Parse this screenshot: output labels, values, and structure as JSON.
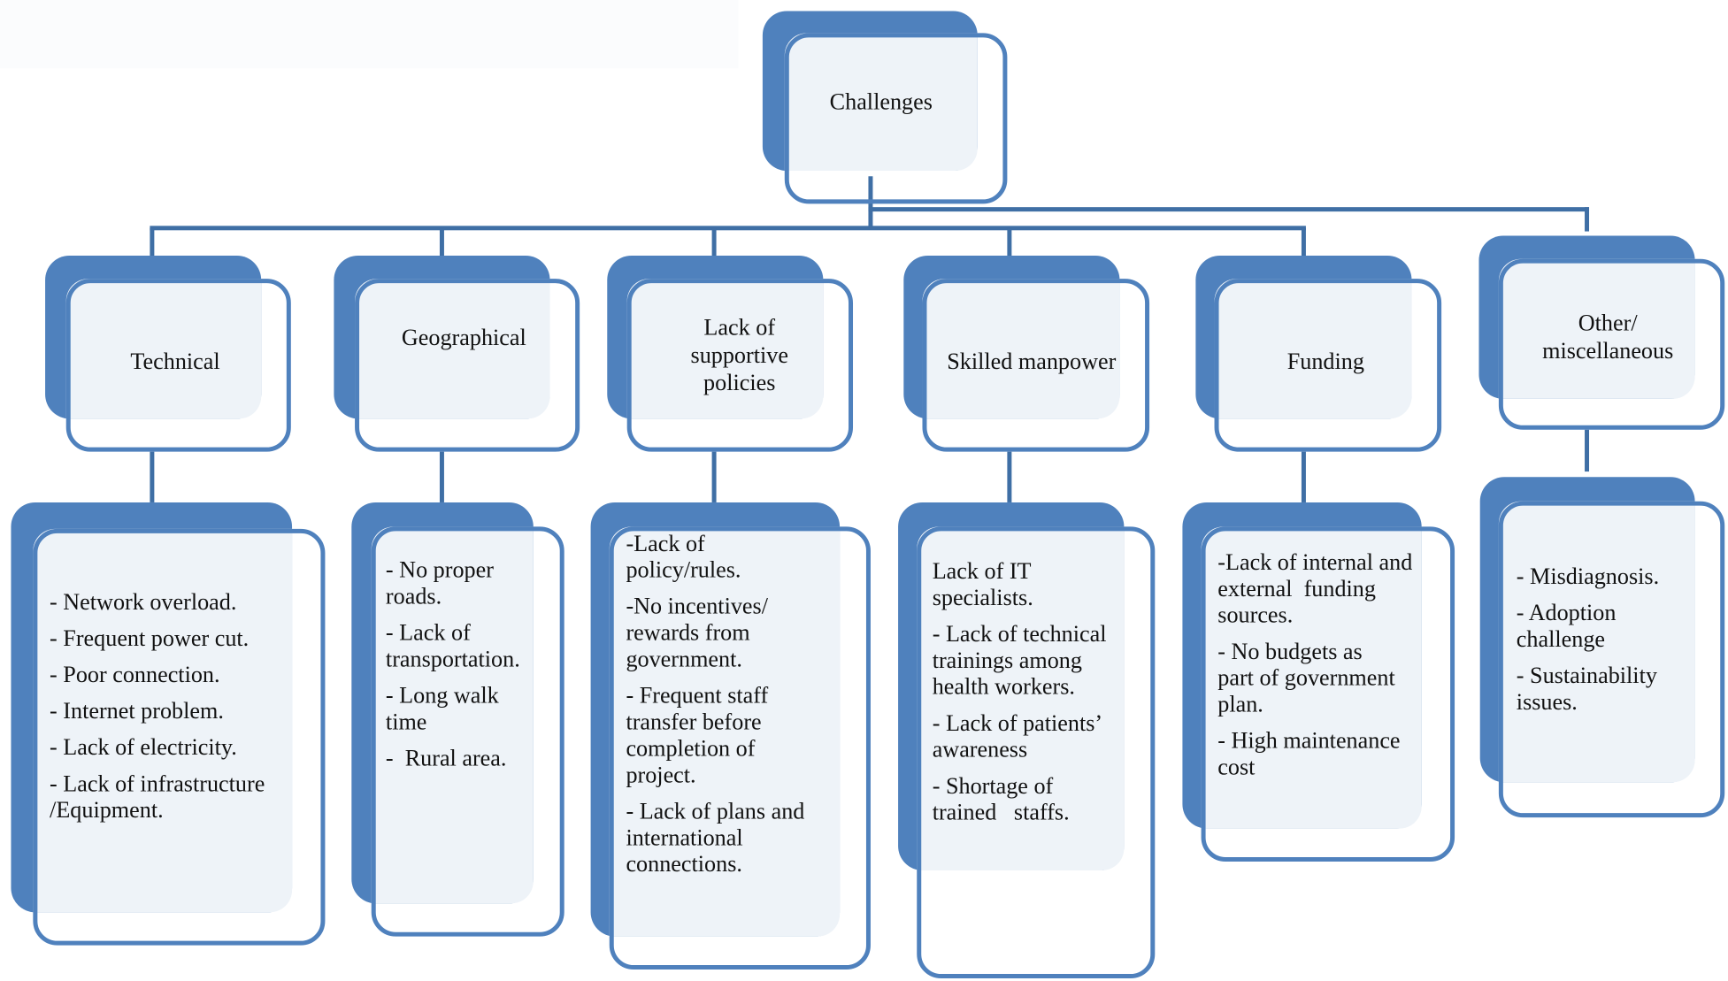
{
  "colors": {
    "box_fill": "#4f81bd",
    "box_light": "#eef3f8",
    "connector": "#3f6fa5"
  },
  "root": {
    "label": "Challenges"
  },
  "categories": [
    {
      "label": "Technical",
      "items": [
        "- Network overload.",
        "- Frequent power cut.",
        "- Poor connection.",
        "- Internet problem.",
        "- Lack of electricity.",
        "- Lack of infrastructure\n/Equipment."
      ]
    },
    {
      "label": "Geographical",
      "items": [
        "- No proper\nroads.",
        "- Lack of\ntransportation.",
        "- Long walk\ntime",
        "-  Rural area."
      ]
    },
    {
      "label": "Lack of\nsupportive\npolicies",
      "items": [
        "-Lack of\npolicy/rules.",
        "-No incentives/\nrewards from\ngovernment.",
        "- Frequent staff\ntransfer before\ncompletion of\nproject.",
        "- Lack of plans and\ninternational\nconnections."
      ]
    },
    {
      "label": "Skilled manpower",
      "items": [
        "Lack of IT\nspecialists.",
        "- Lack of technical\ntrainings among\nhealth workers.",
        "- Lack of patients’\nawareness",
        "- Shortage of\ntrained   staffs."
      ]
    },
    {
      "label": "Funding",
      "items": [
        "-Lack of internal and\nexternal  funding\nsources.",
        "- No budgets as\npart of government\nplan.",
        "- High maintenance\ncost"
      ]
    },
    {
      "label": "Other/\nmiscellaneous",
      "items": [
        "- Misdiagnosis.",
        "- Adoption\nchallenge",
        "- Sustainability\nissues."
      ]
    }
  ]
}
